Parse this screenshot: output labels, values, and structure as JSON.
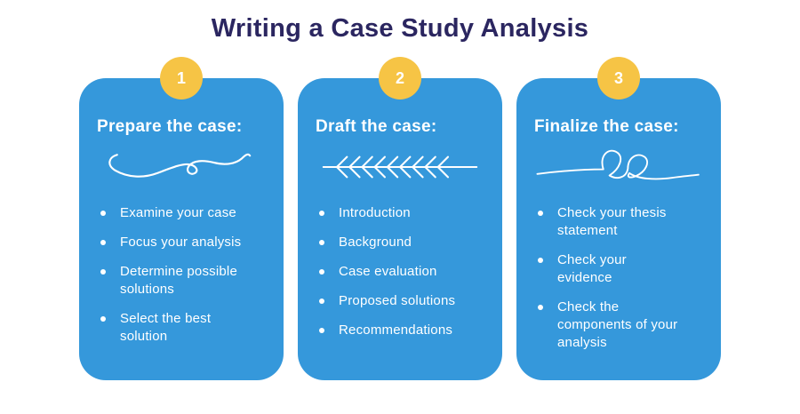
{
  "title": "Writing a Case Study Analysis",
  "colors": {
    "card_blue": "#3598DB",
    "badge_yellow": "#F6C445",
    "title_navy": "#2B2660",
    "text_white": "#FFFFFF"
  },
  "cards": [
    {
      "number": "1",
      "heading": "Prepare the case:",
      "decoration": "wavy-loop-line",
      "items": [
        "Examine your case",
        "Focus your analysis",
        "Determine possible solutions",
        "Select the best solution"
      ]
    },
    {
      "number": "2",
      "heading": "Draft the case:",
      "decoration": "feather-arrow-line",
      "items": [
        "Introduction",
        "Background",
        "Case evaluation",
        "Proposed solutions",
        "Recommendations"
      ]
    },
    {
      "number": "3",
      "heading": "Finalize the case:",
      "decoration": "double-loop-line",
      "items": [
        "Check your thesis statement",
        "Check your evidence",
        "Check the components of your analysis"
      ]
    }
  ]
}
